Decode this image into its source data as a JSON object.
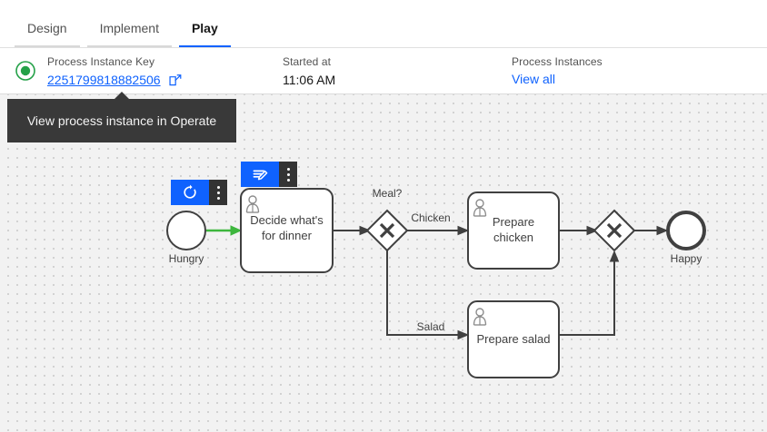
{
  "tabs": [
    {
      "label": "Design",
      "active": false,
      "name": "tab-design"
    },
    {
      "label": "Implement",
      "active": false,
      "name": "tab-implement"
    },
    {
      "label": "Play",
      "active": true,
      "name": "tab-play"
    }
  ],
  "instance_header": {
    "status_icon": "status-running-icon",
    "key_label": "Process Instance Key",
    "key_value": "2251799818882506",
    "external_link_icon": "external-link-icon",
    "started_label": "Started at",
    "started_value": "11:06 AM",
    "instances_label": "Process Instances",
    "view_all_label": "View all"
  },
  "tooltip": {
    "text": "View process instance in Operate"
  },
  "overlays": [
    {
      "name": "replay-overlay",
      "icon": "replay-icon",
      "menu_icon": "kebab-menu-icon"
    },
    {
      "name": "edit-form-overlay",
      "icon": "edit-form-icon",
      "menu_icon": "kebab-menu-icon"
    }
  ],
  "diagram": {
    "nodes": [
      {
        "id": "start",
        "type": "start-event",
        "label": "Hungry"
      },
      {
        "id": "decide",
        "type": "user-task",
        "label": "Decide what's\nfor dinner",
        "line1": "Decide what's",
        "line2": "for dinner"
      },
      {
        "id": "meal-gateway",
        "type": "exclusive-gateway",
        "label": "Meal?"
      },
      {
        "id": "prepare-chicken",
        "type": "user-task",
        "label": "Prepare\nchicken",
        "line1": "Prepare",
        "line2": "chicken"
      },
      {
        "id": "prepare-salad",
        "type": "user-task",
        "label": "Prepare salad",
        "line1": "Prepare salad",
        "line2": ""
      },
      {
        "id": "merge-gateway",
        "type": "exclusive-gateway",
        "label": ""
      },
      {
        "id": "end",
        "type": "end-event",
        "label": "Happy"
      }
    ],
    "flows": [
      {
        "id": "f1",
        "from": "start",
        "to": "decide",
        "label": "",
        "state": "completed"
      },
      {
        "id": "f2",
        "from": "decide",
        "to": "meal-gateway",
        "label": "",
        "state": "default"
      },
      {
        "id": "f3",
        "from": "meal-gateway",
        "to": "prepare-chicken",
        "label": "Chicken",
        "state": "default"
      },
      {
        "id": "f4",
        "from": "meal-gateway",
        "to": "prepare-salad",
        "label": "Salad",
        "state": "default"
      },
      {
        "id": "f5",
        "from": "prepare-chicken",
        "to": "merge-gateway",
        "label": "",
        "state": "default"
      },
      {
        "id": "f6",
        "from": "prepare-salad",
        "to": "merge-gateway",
        "label": "",
        "state": "default"
      },
      {
        "id": "f7",
        "from": "merge-gateway",
        "to": "end",
        "label": "",
        "state": "default"
      }
    ]
  },
  "colors": {
    "accent": "#0f62fe",
    "status_green": "#24a148",
    "token_green": "#3db63d",
    "shape_stroke": "#404040",
    "canvas_bg": "#f2f2f2",
    "tooltip_bg": "#393939"
  }
}
